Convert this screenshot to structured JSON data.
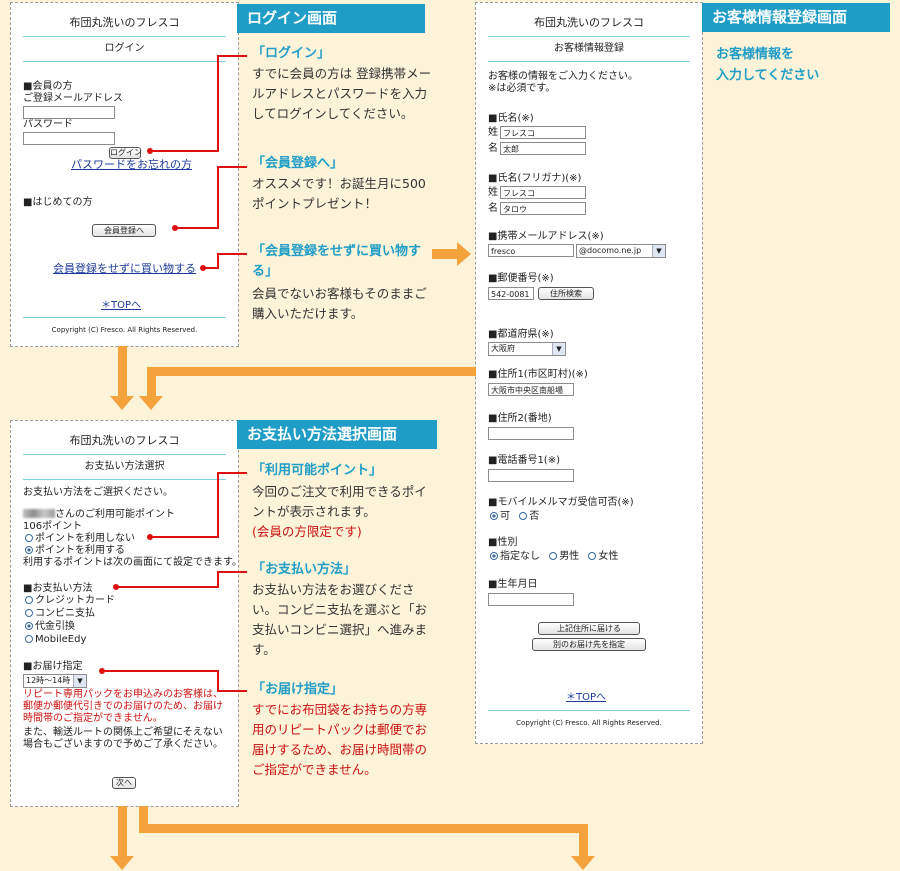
{
  "login": {
    "store": "布団丸洗いのフレスコ",
    "page": "ログイン",
    "member_head": "■会員の方",
    "email_label": "ご登録メールアドレス",
    "password_label": "パスワード",
    "login_btn": "ログイン",
    "forgot_link": "パスワードをお忘れの方",
    "first_head": "■はじめての方",
    "register_btn": "会員登録へ",
    "guest_link": "会員登録をせずに買い物する",
    "top_link": "＊TOPへ",
    "copyright": "Copyright (C) Fresco. All Rights Reserved."
  },
  "login_title": "ログイン画面",
  "login_notes": [
    {
      "head": "「ログイン」",
      "body": "すでに会員の方は 登録携帯メールアドレスとパスワードを入力してログインしてください。"
    },
    {
      "head": "「会員登録へ」",
      "body": "オススメです！お誕生月に500ポイントプレゼント！"
    },
    {
      "head": "「会員登録をせずに買い物する」",
      "body": "会員でないお客様もそのままご購入いただけます。"
    }
  ],
  "reg": {
    "store": "布団丸洗いのフレスコ",
    "page": "お客様情報登録",
    "intro1": "お客様の情報をご入力ください。",
    "intro2": "※は必須です。",
    "name_head": "■氏名(※)",
    "sei": "姓",
    "mei": "名",
    "sei_val": "フレスコ",
    "mei_val": "太郎",
    "kana_head": "■氏名(フリガナ)(※)",
    "sei_kana_val": "フレスコ",
    "mei_kana_val": "タロウ",
    "mail_head": "■携帯メールアドレス(※)",
    "mail_user": "fresco",
    "mail_domain": "@docomo.ne.jp",
    "zip_head": "■郵便番号(※)",
    "zip_val": "542-0081",
    "zip_btn": "住所検索",
    "pref_head": "■都道府県(※)",
    "pref_val": "大阪府",
    "addr1_head": "■住所1(市区町村)(※)",
    "addr1_val": "大阪市中央区南船場",
    "addr2_head": "■住所2(番地)",
    "tel_head": "■電話番号1(※)",
    "mailmag_head": "■モバイルメルマガ受信可否(※)",
    "mailmag_yes": "可",
    "mailmag_no": "否",
    "sex_head": "■性別",
    "sex_none": "指定なし",
    "sex_m": "男性",
    "sex_f": "女性",
    "birth_head": "■生年月日",
    "btn1": "上記住所に届ける",
    "btn2": "別のお届け先を指定",
    "top_link": "＊TOPへ",
    "copyright": "Copyright (C) Fresco. All Rights Reserved."
  },
  "reg_title": "お客様情報登録画面",
  "reg_note": [
    "お客様情報を",
    "入力してください"
  ],
  "pay": {
    "store": "布団丸洗いのフレスコ",
    "page": "お支払い方法選択",
    "intro": "お支払い方法をご選択ください。",
    "points_label": "さんのご利用可能ポイント",
    "points_val": "106ポイント",
    "pt_no": "ポイントを利用しない",
    "pt_yes": "ポイントを利用する",
    "pt_note": "利用するポイントは次の画面にて設定できます。",
    "method_head": "■お支払い方法",
    "m1": "クレジットカード",
    "m2": "コンビニ支払",
    "m3": "代金引換",
    "m4": "MobileEdy",
    "deliv_head": "■お届け指定",
    "deliv_val": "12時～14時",
    "red_note": "リピート専用パックをお申込みのお客様は、郵便か郵便代引きでのお届けのため、お届け時間帯のご指定ができません。",
    "note": "また、輸送ルートの関係上ご希望にそえない場合もございますので予めご了承ください。",
    "next_btn": "次へ"
  },
  "pay_title": "お支払い方法選択画面",
  "pay_notes": [
    {
      "head": "「利用可能ポイント」",
      "body": "今回のご注文で利用できるポイントが表示されます。",
      "red": "(会員の方限定です)"
    },
    {
      "head": "「お支払い方法」",
      "body": "お支払い方法をお選びください。コンビニ支払を選ぶと「お支払いコンビニ選択」へ進みます。"
    },
    {
      "head": "「お届け指定」",
      "red": "すでにお布団袋をお持ちの方専用のリピートパックは郵便でお届けするため、お届け時間帯のご指定ができません。"
    }
  ],
  "colors": {
    "accent": "#1f9dc7",
    "arrow": "#f4a23c",
    "marker": "#dd1111",
    "bg": "#fdf3d9"
  }
}
